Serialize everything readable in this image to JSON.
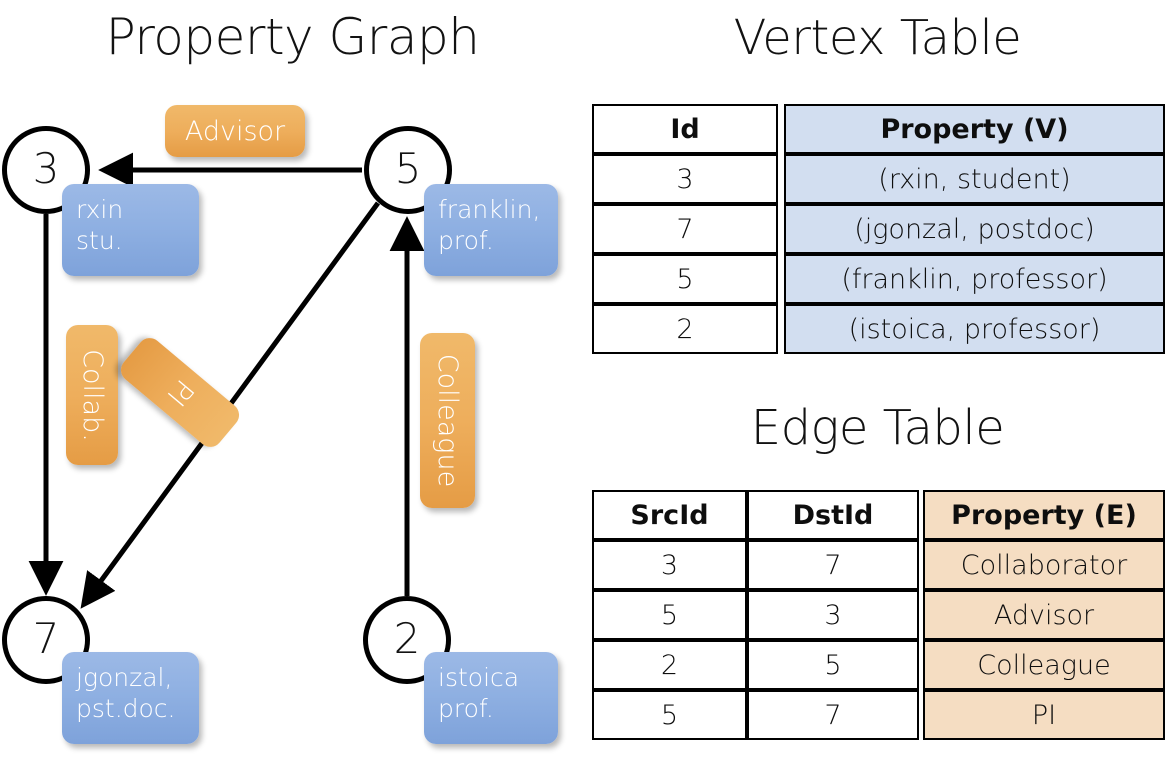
{
  "titles": {
    "property_graph": "Property Graph",
    "vertex_table": "Vertex Table",
    "edge_table": "Edge Table"
  },
  "graph": {
    "vertices": [
      {
        "id": "3",
        "property_label": "rxin\nstu."
      },
      {
        "id": "5",
        "property_label": "franklin,\nprof."
      },
      {
        "id": "7",
        "property_label": "jgonzal,\npst.doc."
      },
      {
        "id": "2",
        "property_label": "istoica\nprof."
      }
    ],
    "vertex_labels": {
      "v3": "3",
      "v5": "5",
      "v7": "7",
      "v2": "2"
    },
    "property_boxes": {
      "rxin_line1": "rxin",
      "rxin_line2": "stu.",
      "franklin_line1": "franklin,",
      "franklin_line2": "prof.",
      "jgonzal_line1": "jgonzal,",
      "jgonzal_line2": "pst.doc.",
      "istoica_line1": "istoica",
      "istoica_line2": "prof."
    },
    "edge_chips": {
      "advisor": "Advisor",
      "collab": "Collab.",
      "pi": "PI",
      "colleague": "Colleague"
    },
    "edges": [
      {
        "from": "5",
        "to": "3",
        "label": "Advisor"
      },
      {
        "from": "3",
        "to": "7",
        "label": "Collab."
      },
      {
        "from": "5",
        "to": "7",
        "label": "PI"
      },
      {
        "from": "2",
        "to": "5",
        "label": "Colleague"
      }
    ]
  },
  "vertex_table": {
    "headers": [
      "Id",
      "Property (V)"
    ],
    "rows": [
      {
        "id": "3",
        "property": "(rxin, student)"
      },
      {
        "id": "7",
        "property": "(jgonzal, postdoc)"
      },
      {
        "id": "5",
        "property": "(franklin, professor)"
      },
      {
        "id": "2",
        "property": "(istoica, professor)"
      }
    ]
  },
  "edge_table": {
    "headers": [
      "SrcId",
      "DstId",
      "Property (E)"
    ],
    "rows": [
      {
        "src": "3",
        "dst": "7",
        "property": "Collaborator"
      },
      {
        "src": "5",
        "dst": "3",
        "property": "Advisor"
      },
      {
        "src": "2",
        "dst": "5",
        "property": "Colleague"
      },
      {
        "src": "5",
        "dst": "7",
        "property": "PI"
      }
    ]
  },
  "colors": {
    "vertex_property_fill": "#d2def0",
    "edge_property_fill": "#f5ddc2",
    "node_box_blue": "#8fb0e2",
    "edge_chip_orange": "#eeae5c",
    "stroke": "#000000",
    "background": "#ffffff"
  }
}
